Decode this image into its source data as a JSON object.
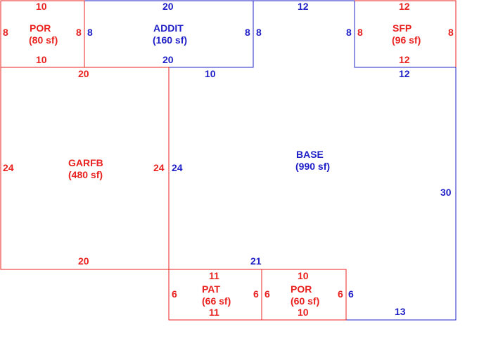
{
  "colors": {
    "red": "#e8211f",
    "blue": "#1f1fc8"
  },
  "areas": [
    {
      "id": "por_top",
      "name": "POR",
      "area": "(80 sf)",
      "color": "red",
      "dims": {
        "top": "10",
        "bottom": "10",
        "left": "8",
        "right": "8"
      }
    },
    {
      "id": "addit",
      "name": "ADDIT",
      "area": "(160 sf)",
      "color": "blue",
      "dims": {
        "top": "20",
        "bottom": "20",
        "left": "8",
        "right": "8"
      }
    },
    {
      "id": "sfp",
      "name": "SFP",
      "area": "(96 sf)",
      "color": "red",
      "dims": {
        "top": "12",
        "bottom": "12",
        "left": "8",
        "right": "8"
      }
    },
    {
      "id": "garfb",
      "name": "GARFB",
      "area": "(480 sf)",
      "color": "red",
      "dims": {
        "top": "20",
        "bottom": "20",
        "left": "24",
        "right": "24"
      }
    },
    {
      "id": "base",
      "name": "BASE",
      "area": "(990 sf)",
      "color": "blue",
      "dims": {
        "top_gap": "12",
        "top_left": "10",
        "left_side": "24",
        "top_right": "12",
        "right_side": "30",
        "bottom_left": "21",
        "bottom_right": "13",
        "notch_left": "8",
        "notch_right": "8",
        "step": "6"
      }
    },
    {
      "id": "pat",
      "name": "PAT",
      "area": "(66 sf)",
      "color": "red",
      "dims": {
        "top": "11",
        "bottom": "11",
        "left": "6",
        "right": "6"
      }
    },
    {
      "id": "por_bottom",
      "name": "POR",
      "area": "(60 sf)",
      "color": "red",
      "dims": {
        "top": "10",
        "bottom": "10",
        "left": "6",
        "right": "6"
      }
    }
  ]
}
